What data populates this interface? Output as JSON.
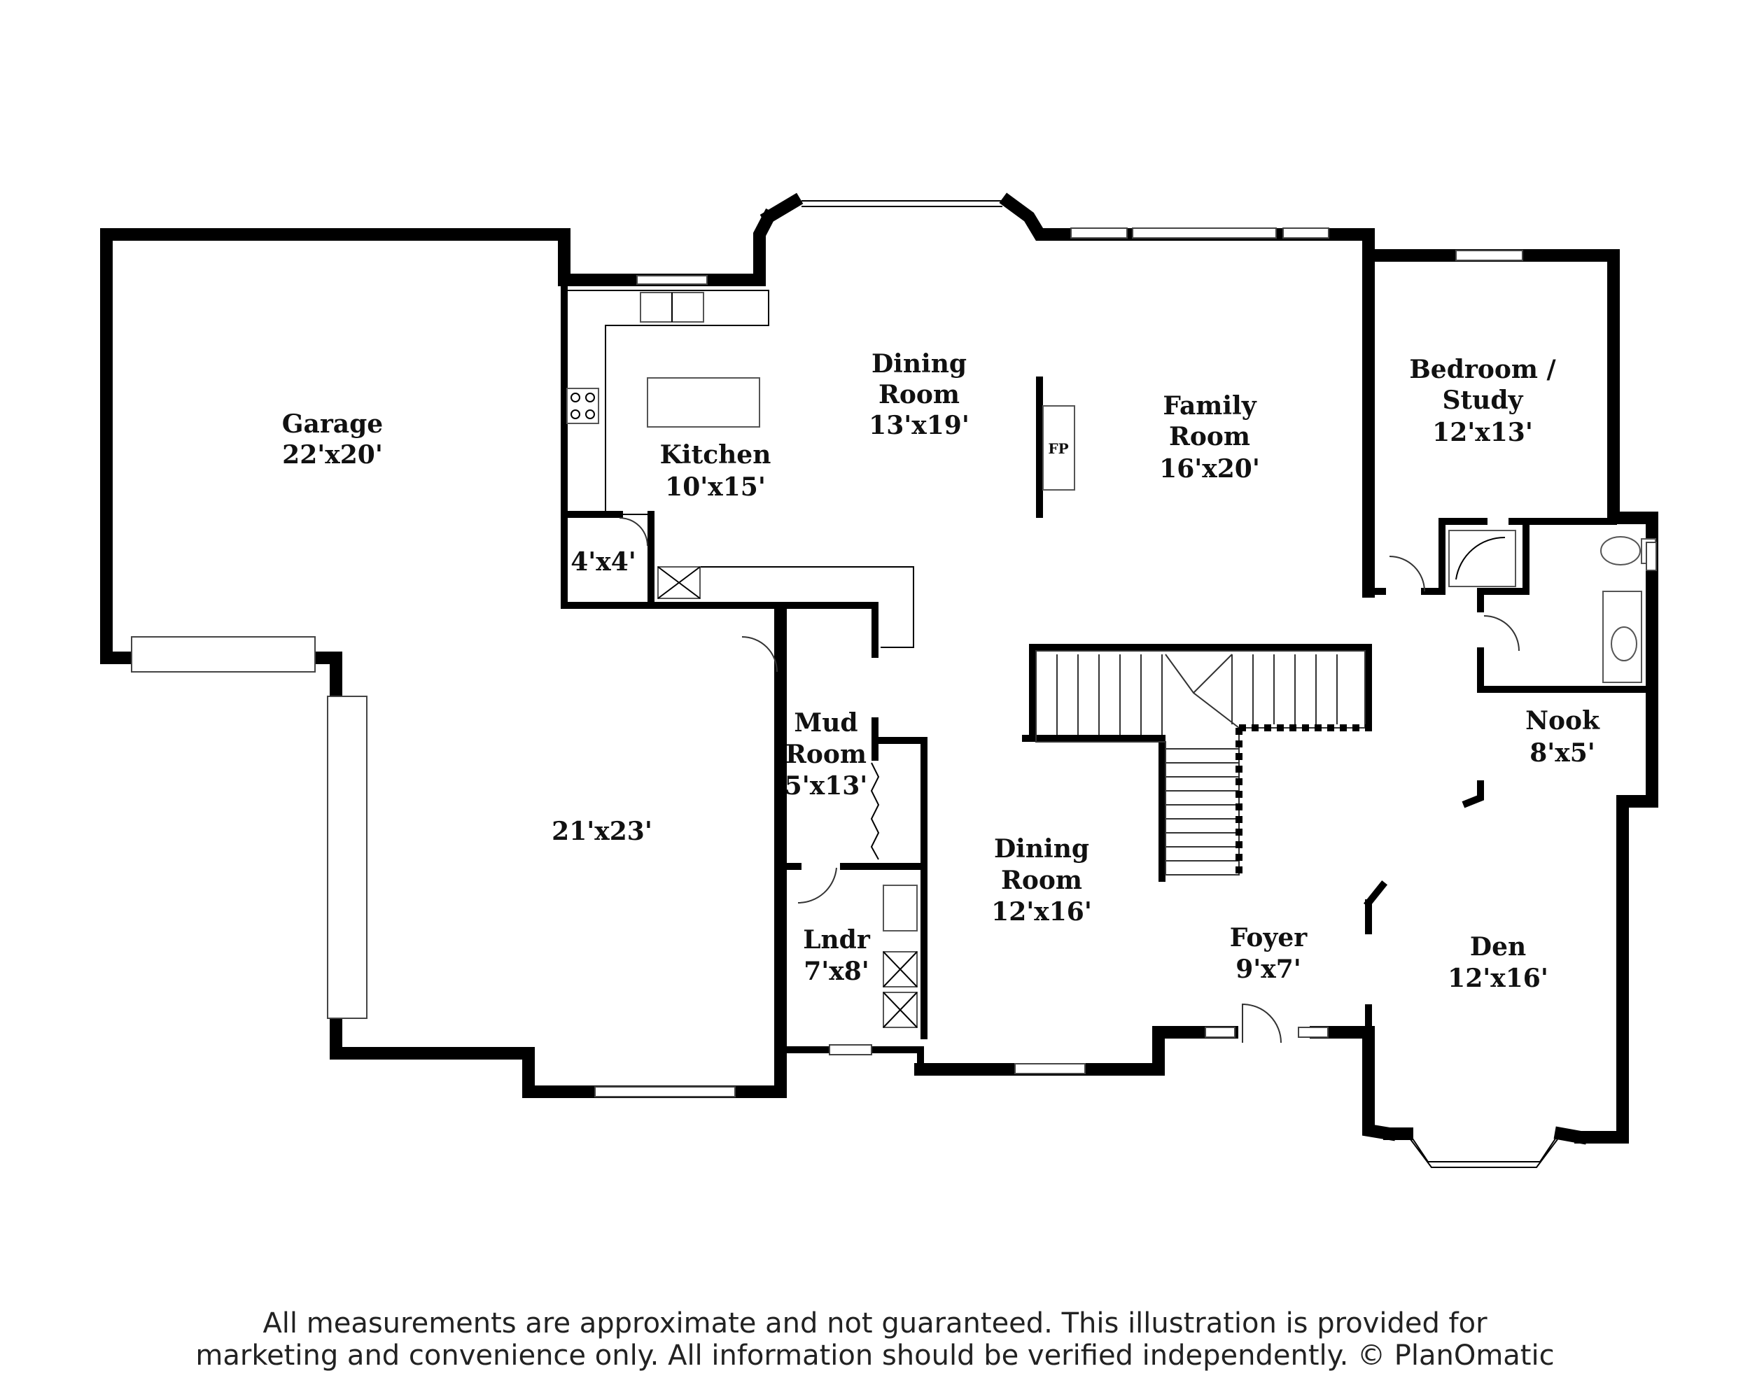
{
  "rooms": {
    "garage": {
      "name": "Garage",
      "dims": "22'x20'"
    },
    "garage2": {
      "dims": "21'x23'"
    },
    "kitchen": {
      "name": "Kitchen",
      "dims": "10'x15'"
    },
    "pantry": {
      "dims": "4'x4'"
    },
    "dining_upper": {
      "name_1": "Dining",
      "name_2": "Room",
      "dims": "13'x19'"
    },
    "family": {
      "name_1": "Family",
      "name_2": "Room",
      "dims": "16'x20'"
    },
    "bedroom": {
      "name_1": "Bedroom /",
      "name_2": "Study",
      "dims": "12'x13'"
    },
    "mud": {
      "name_1": "Mud",
      "name_2": "Room",
      "dims": "5'x13'"
    },
    "laundry": {
      "name": "Lndr",
      "dims": "7'x8'"
    },
    "dining_lower": {
      "name_1": "Dining",
      "name_2": "Room",
      "dims": "12'x16'"
    },
    "foyer": {
      "name": "Foyer",
      "dims": "9'x7'"
    },
    "nook": {
      "name": "Nook",
      "dims": "8'x5'"
    },
    "den": {
      "name": "Den",
      "dims": "12'x16'"
    }
  },
  "fireplace_label": "FP",
  "disclaimer": {
    "line1": "All measurements are approximate and not guaranteed. This illustration is provided for",
    "line2": "marketing and convenience only. All information should be verified independently. © PlanOmatic"
  }
}
